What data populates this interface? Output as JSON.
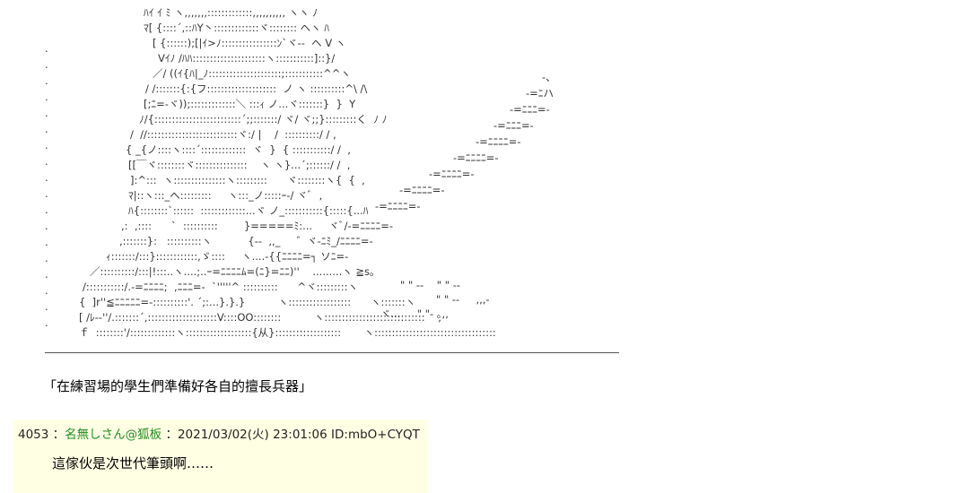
{
  "ascii_art": {
    "lines": [
      "ﾊｲ ｲ ﾐ ヽ,,,,,,,:::::::::::::,,,,,,,,,, ヽヽ ﾉ",
      "ﾏ[ {::::´,::ﾊY丶:::::::::::::ヾ:::::::: ヘヽ ﾊ",
      "[ {::::::);[|ｲ>ﾉ::::::::::::::::ﾝ`ヾ--  ヘ V ヽ",
      "Vｲﾉ /ﾊﾊ:::::::::::::::::::::ヽ:::::::::::]::}/",
      "／/ ((ｲ{ﾊ|_ﾉ:::::::::::::::::::::;:::::::::::^^ヽ",
      "/ /:::::::{:{フ::::::::::::::::::::  ノ ヽ ::::::::::^\\ /\\",
      "[;ﾆ=-ヾ));:::::::::::::＼ :::ｨ ノ...ヾ:::::::}  }  Y",
      "ﾉ/{:::::::::::::::::::::::::´;;:::::::/ ヾ/ ヾ;;}:::::::::く  ﾉ ﾉ",
      "/  //::::::::::::::::::::::::::ヾ:/ |    /  ::::::::::/ / ,",
      "{ _{ノ::::ヽ::::´:::::::::::::  ヾ  }  { :::::::::::/ /  ,",
      "[[￣ヾ::::::::ヾ:::::::::::::::    ヽ ヽ}...´;::::::/ /  ,",
      "]:^:::  ヽ:::::::::::::::ヽ:::::::::      ヾ::::::::ヽ{  {  ,",
      "ﾏ|::ヽ:::_ヘ:::::::::     ヽ:::_ノ:::::ｰ-/ ヾﾞ  ,",
      "ﾊ{::::::::`::::::  :::::::::::::...ヾ ノ_:::::::::::{:::::{...ﾊ",
      ",:  ,::::      `  ::::::::::        }=====ﾐ:...     ヾﾞ/-=ﾆﾆﾆﾆ=-",
      ",:::::::}:   ::::::::::ヽ           {--  ,,_     ゛ヾ-ﾆﾐ_/ﾆﾆﾆﾆ=-",
      "ｨ:::::::/:::}::::::::::::,ゞ::::     ヽ....-{{ﾆﾆﾆﾆ=┐ ソﾆ=-",
      "／::::::::::/:::|!:::..ヽ....;..ｰ=ﾆﾆﾆﾆﾑ=(ﾆ}=ﾆﾆ)''    .........ヽ ≧s｡",
      "/:::::::::::/.-=ﾆﾆﾆﾆ;  ,ﾆﾆﾆ=-  `'''''^ ::::::::::      ^ヾ:::::::::ヽ",
      "{  ]r''≦ﾆﾆﾆﾆﾆ=-::::::::::'. ´;:...}.}.}          ヽ::::::::::::::::::      ヽ:::::::ヽ",
      "[ /ﾚ--''/.:::::::´,::::::::::::::::::::V::::OO::::::::          ヽ:::::::::::::::::::::::::::::    ,",
      "ｆ  ::::::::'/:::::::::::::ヽ:::::::::::::::::::{从}:::::::::::::::::::       ヽ:::::::::::::::::::::::::::::::::::"
    ],
    "lines_right": [
      "-、",
      "-=ﾆハ",
      "-=ﾆﾆﾆ=-",
      "-=ﾆﾆﾆ=-",
      "-=ﾆﾆﾆﾆ=-",
      "-=ﾆﾆﾆﾆ=-",
      "-=ﾆﾆﾆﾆ=-",
      "-=ﾆﾆﾆﾆ=-",
      "-=ﾆﾆﾆﾆ=-"
    ],
    "lines_speed": [
      "\" \" --    \" \" --",
      "\" \" --     ,,,-",
      "ヾ...     \" \"- ｡,,"
    ]
  },
  "caption": "「在練習場的學生們準備好各自的擅長兵器」",
  "post": {
    "number": "4053",
    "separator": "：",
    "name": "名無しさん@狐板",
    "date": "2021/03/02(火) 23:01:06",
    "id": "ID:mbO+CYQT",
    "body": "這傢伙是次世代筆頭啊……"
  },
  "colors": {
    "post_background": "#ffffe4",
    "name_color": "#228b22",
    "art_color": "#333333",
    "divider_color": "#555555"
  }
}
